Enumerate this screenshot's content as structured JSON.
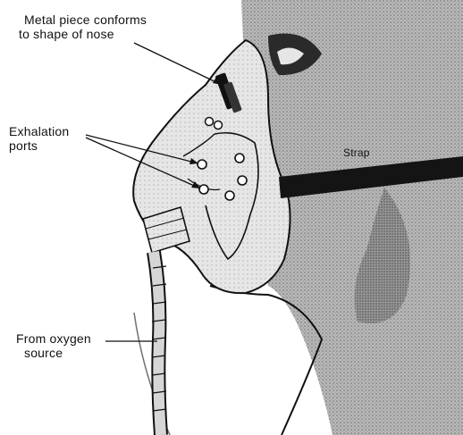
{
  "labels": {
    "metal_piece_line1": "Metal piece conforms",
    "metal_piece_line2": "to shape of nose",
    "exhalation_line1": "Exhalation",
    "exhalation_line2": "ports",
    "strap": "Strap",
    "oxygen_line1": "From oxygen",
    "oxygen_line2": "source"
  },
  "icons": {
    "face": "face-profile-icon",
    "mask": "oxygen-mask-icon",
    "tube": "oxygen-tube-icon",
    "strap": "strap-band-icon"
  },
  "colors": {
    "ink": "#111111",
    "shade": "#9a9a9a",
    "strap": "#141414"
  }
}
